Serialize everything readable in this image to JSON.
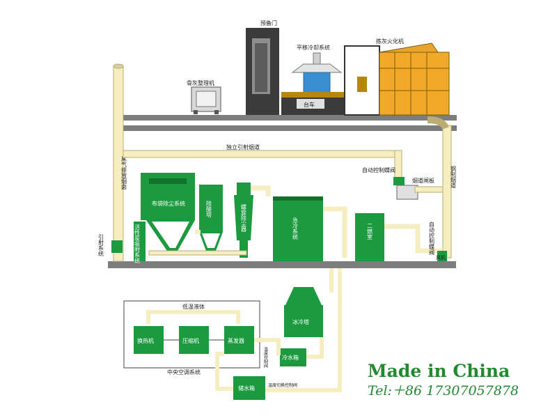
{
  "labels": {
    "spare_door": "预备门",
    "flat_cooling": "平移冷却系统",
    "cremator": "拣灰火化机",
    "bone_ash": "骨灰整理机",
    "trolley": "台车",
    "independent_flue": "独立引射烟道",
    "exhaust_stack": "尾气排放烟囱",
    "auto_valve_top": "自动控制蝶阀",
    "flue_gate": "烟道闸板",
    "steel_flue": "钢制烟道",
    "bag_filter": "布袋除尘系统",
    "deacid": "除酸塔",
    "cyclone": "螺旋除尘器",
    "quench": "急冷系统",
    "secondary": "二燃室",
    "activated_carbon": "活性炭吸附系统",
    "induced_fan": "引射系统",
    "auto_valve_right": "自动控制蝶阀",
    "fan": "风机",
    "low_temp": "低温液体",
    "condenser": "换热机",
    "compressor": "压缩机",
    "evaporator": "蒸发器",
    "water_tower": "冰冷塔",
    "cold_tank": "冷水箱",
    "supply_tank": "储水箱",
    "central_ac": "中央空调系统",
    "valve_small_1": "温度控制阀",
    "valve_small_2": "温度切换控制阀"
  },
  "brand": {
    "title": "Made in China",
    "tel": "Tel:＋86 17307057878"
  },
  "colors": {
    "green": "#1c9a3f",
    "green_dark": "#12722c",
    "pipe": "#f6eec0",
    "pipe_edge": "#b9ad72",
    "floor": "#7a7a7a",
    "door": "#3b3b3b"
  }
}
